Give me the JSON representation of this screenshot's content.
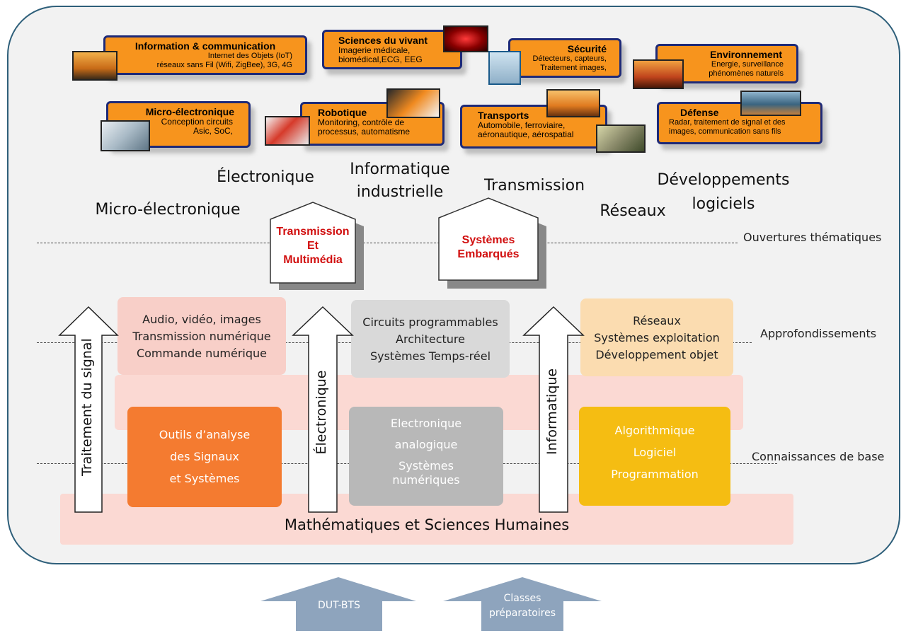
{
  "domains": [
    {
      "title": "Information & communication",
      "lines": [
        "Internet des Objets (IoT)",
        "réseaux sans Fil (Wifi, ZigBee), 3G, 4G"
      ]
    },
    {
      "title": "Sciences du vivant",
      "lines": [
        "Imagerie médicale,",
        "biomédical,ECG, EEG"
      ]
    },
    {
      "title": "Sécurité",
      "lines": [
        "Détecteurs, capteurs,",
        "Traitement images,"
      ]
    },
    {
      "title": "Environnement",
      "lines": [
        "Energie, surveillance",
        "phénomènes naturels"
      ]
    },
    {
      "title": "Micro-électronique",
      "lines": [
        "Conception circuits",
        "Asic, SoC,"
      ]
    },
    {
      "title": "Robotique",
      "lines": [
        "Monitoring, contrôle de",
        "processus, automatisme"
      ]
    },
    {
      "title": "Transports",
      "lines": [
        "Automobile, ferroviaire,",
        "aéronautique, aérospatial"
      ]
    },
    {
      "title": "Défense",
      "lines": [
        "Radar, traitement de signal et des",
        "images, communication sans fils"
      ]
    }
  ],
  "fields": {
    "electronique": "Électronique",
    "informatique_industrielle": [
      "Informatique",
      "industrielle"
    ],
    "transmission": "Transmission",
    "developpements": [
      "Développements",
      "logiciels"
    ],
    "micro_electronique": "Micro-électronique",
    "reseaux": "Réseaux"
  },
  "houses": {
    "left": [
      "Transmission",
      "Et",
      "Multimédia"
    ],
    "right": [
      "Systèmes",
      "Embarqués"
    ]
  },
  "levels": {
    "ouvertures": "Ouvertures thématiques",
    "approfondissements": "Approfondissements",
    "connaissances": "Connaissances de base"
  },
  "approfondissements": {
    "left": [
      "Audio, vidéo, images",
      "Transmission numérique",
      "Commande numérique"
    ],
    "middle": [
      "Circuits programmables",
      "Architecture",
      "Systèmes Temps-réel"
    ],
    "right": [
      "Réseaux",
      "Systèmes exploitation",
      "Développement objet"
    ]
  },
  "base": {
    "left": [
      "Outils d’analyse",
      "des Signaux",
      "et Systèmes"
    ],
    "middle": [
      "Electronique",
      "analogique",
      "Systèmes",
      "numériques"
    ],
    "right": [
      "Algorithmique",
      "Logiciel",
      "Programmation"
    ]
  },
  "arrows": {
    "signal": "Traitement du signal",
    "electronique": "Électronique",
    "informatique": "Informatique"
  },
  "foundation": "Mathématiques et Sciences Humaines",
  "entries": {
    "dut": "DUT-BTS",
    "prepa": [
      "Classes",
      "préparatoires"
    ]
  },
  "colors": {
    "box": "#f7941d",
    "box_border": "#1e2a78",
    "base_left": "#f47b30",
    "base_middle": "#b8b8b8",
    "base_right": "#f5bd12",
    "appro_left": "#f8cfc8",
    "appro_middle": "#d9d9d9",
    "appro_right": "#fbdcb0",
    "band": "#fbd9d3",
    "entry_arrow": "#8ea4bd"
  }
}
